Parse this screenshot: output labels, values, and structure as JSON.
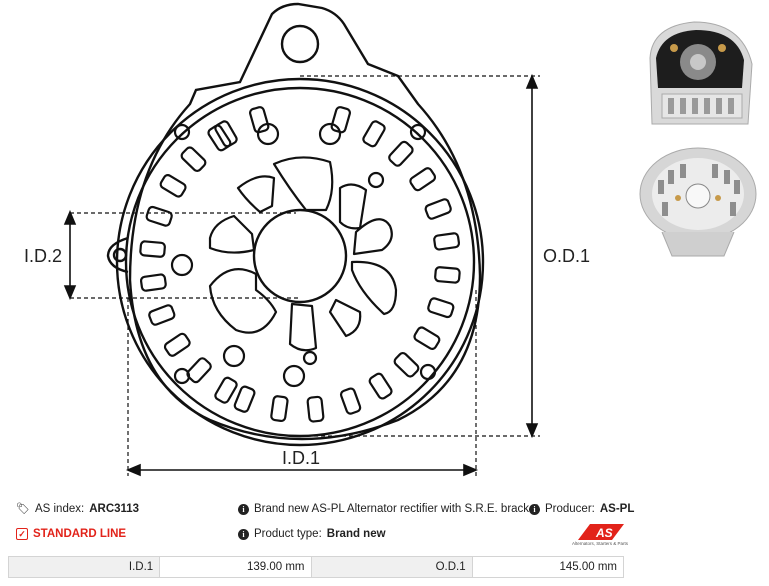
{
  "diagram": {
    "labels": {
      "id2": "I.D.2",
      "od1": "O.D.1",
      "id1": "I.D.1"
    }
  },
  "info": {
    "as_index_label": "AS index:",
    "as_index_value": "ARC3113",
    "description": "Brand new AS-PL Alternator rectifier with S.R.E. bracket",
    "producer_label": "Producer:",
    "producer_value": "AS-PL",
    "standard_line": "STANDARD LINE",
    "product_type_label": "Product type:",
    "product_type_value": "Brand new"
  },
  "specs": [
    {
      "label": "I.D.1",
      "value": "139.00 mm"
    },
    {
      "label": "O.D.1",
      "value": "145.00 mm"
    }
  ],
  "logo": {
    "text": "AS",
    "subtext": "Alternators, Starters & Parts"
  },
  "colors": {
    "accent_red": "#e2231a",
    "line": "#111111",
    "table_label_bg": "#f0f0f0"
  },
  "icons": [
    "tag-icon",
    "info-icon",
    "check-square-icon"
  ]
}
